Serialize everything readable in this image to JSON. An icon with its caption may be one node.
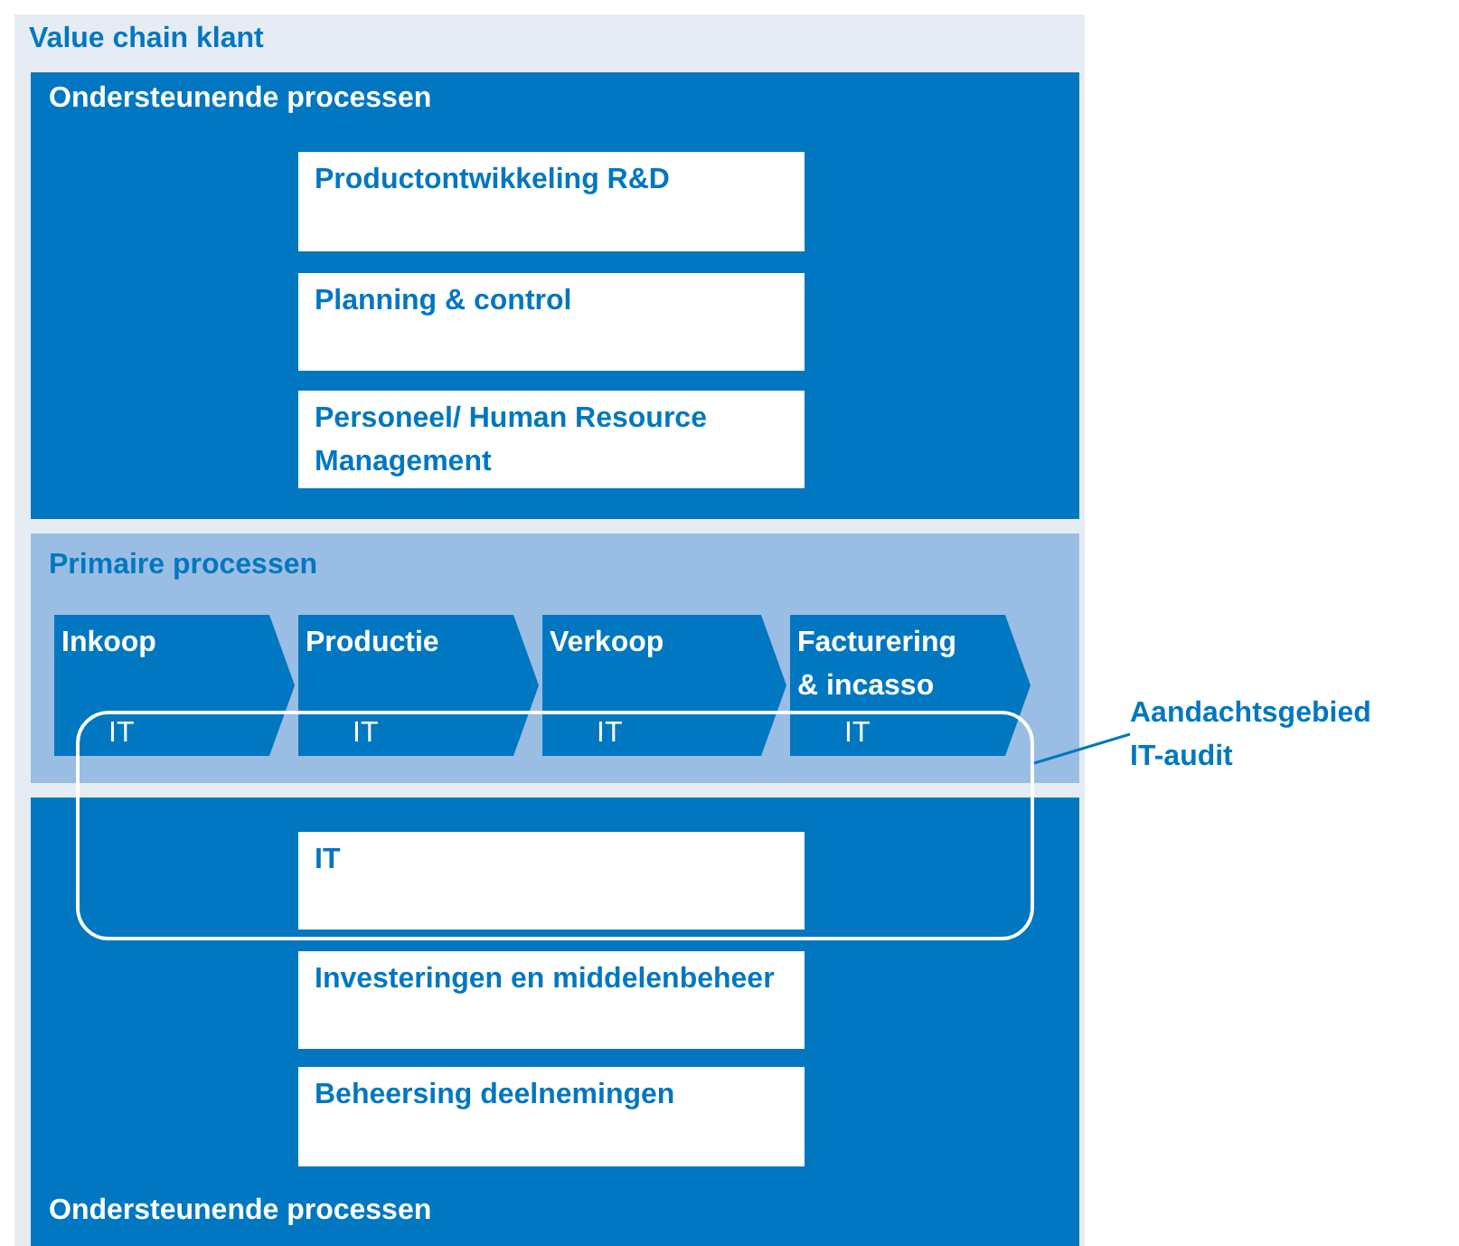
{
  "diagram": {
    "nodes": [
      {
        "text": [
          "Value chain klant"
        ]
      },
      {
        "text": [
          "Ondersteunende processen"
        ],
        "in": 0
      },
      {
        "text": [
          "Productontwikkeling R&D"
        ],
        "in": 1
      },
      {
        "text": [
          "Planning & control"
        ],
        "in": 1
      },
      {
        "text": [
          "Personeel/ Human Resource Management"
        ],
        "in": 1
      },
      {
        "text": [
          "Primaire processen"
        ],
        "in": 0
      },
      {
        "text": [
          "Inkoop",
          "IT"
        ],
        "in": 5
      },
      {
        "text": [
          "Productie",
          "IT"
        ],
        "in": 5
      },
      {
        "text": [
          "Verkoop",
          "IT"
        ],
        "in": 5
      },
      {
        "text": [
          "Facturering & incasso",
          "IT"
        ],
        "in": 5
      },
      {
        "text": [
          "Ondersteunende processen"
        ],
        "in": 0
      },
      {
        "text": [
          "IT"
        ]
      },
      {
        "text": [
          "Investeringen en middelenbeheer"
        ],
        "in": 10
      },
      {
        "text": [
          "Beheersing deelnemingen"
        ],
        "in": 10
      },
      {
        "text": [],
        "shape": "box",
        "in": 0
      },
      {
        "text": [
          "Aandachtsgebied IT-audit"
        ]
      }
    ],
    "edges": [
      {
        "from": 15,
        "to": 14,
        "arrow": "none"
      }
    ]
  }
}
